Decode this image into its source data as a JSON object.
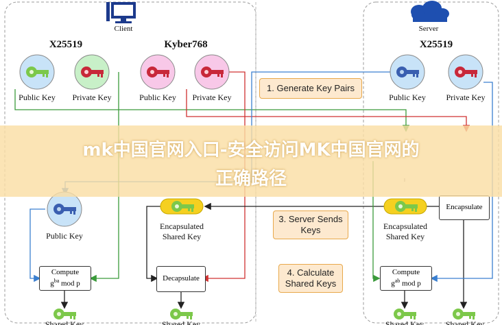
{
  "client_label": "Client",
  "server_label": "Server",
  "sections": {
    "client_x25519": "X25519",
    "client_kyber": "Kyber768",
    "server_x25519": "X25519"
  },
  "keys": {
    "public_key": "Public Key",
    "private_key": "Private Key",
    "encapsulated_shared_key_line1": "Encapsulated",
    "encapsulated_shared_key_line2": "Shared Key",
    "shared_key": "Shared Key"
  },
  "steps": {
    "step1": "1. Generate Key Pairs",
    "step3_line1": "3. Server Sends",
    "step3_line2": "Keys",
    "step4_line1": "4. Calculate",
    "step4_line2": "Shared Keys"
  },
  "boxes": {
    "compute_line1": "Compute",
    "compute_client_exp": "ba",
    "compute_server_exp": "ab",
    "mod_p": "mod p",
    "g": "g",
    "decapsulate": "Decapsulate",
    "encapsulate": "Encapsulate"
  },
  "banner": {
    "line1": "mk中国官网入口-安全访问MK中国官网的",
    "line2": "正确路径"
  },
  "colors": {
    "blue_key": "#3366cc",
    "red_key": "#cc2233",
    "green_key": "#8bc34a",
    "step_bg": "#fde9cf",
    "step_border": "#e8a84a"
  }
}
